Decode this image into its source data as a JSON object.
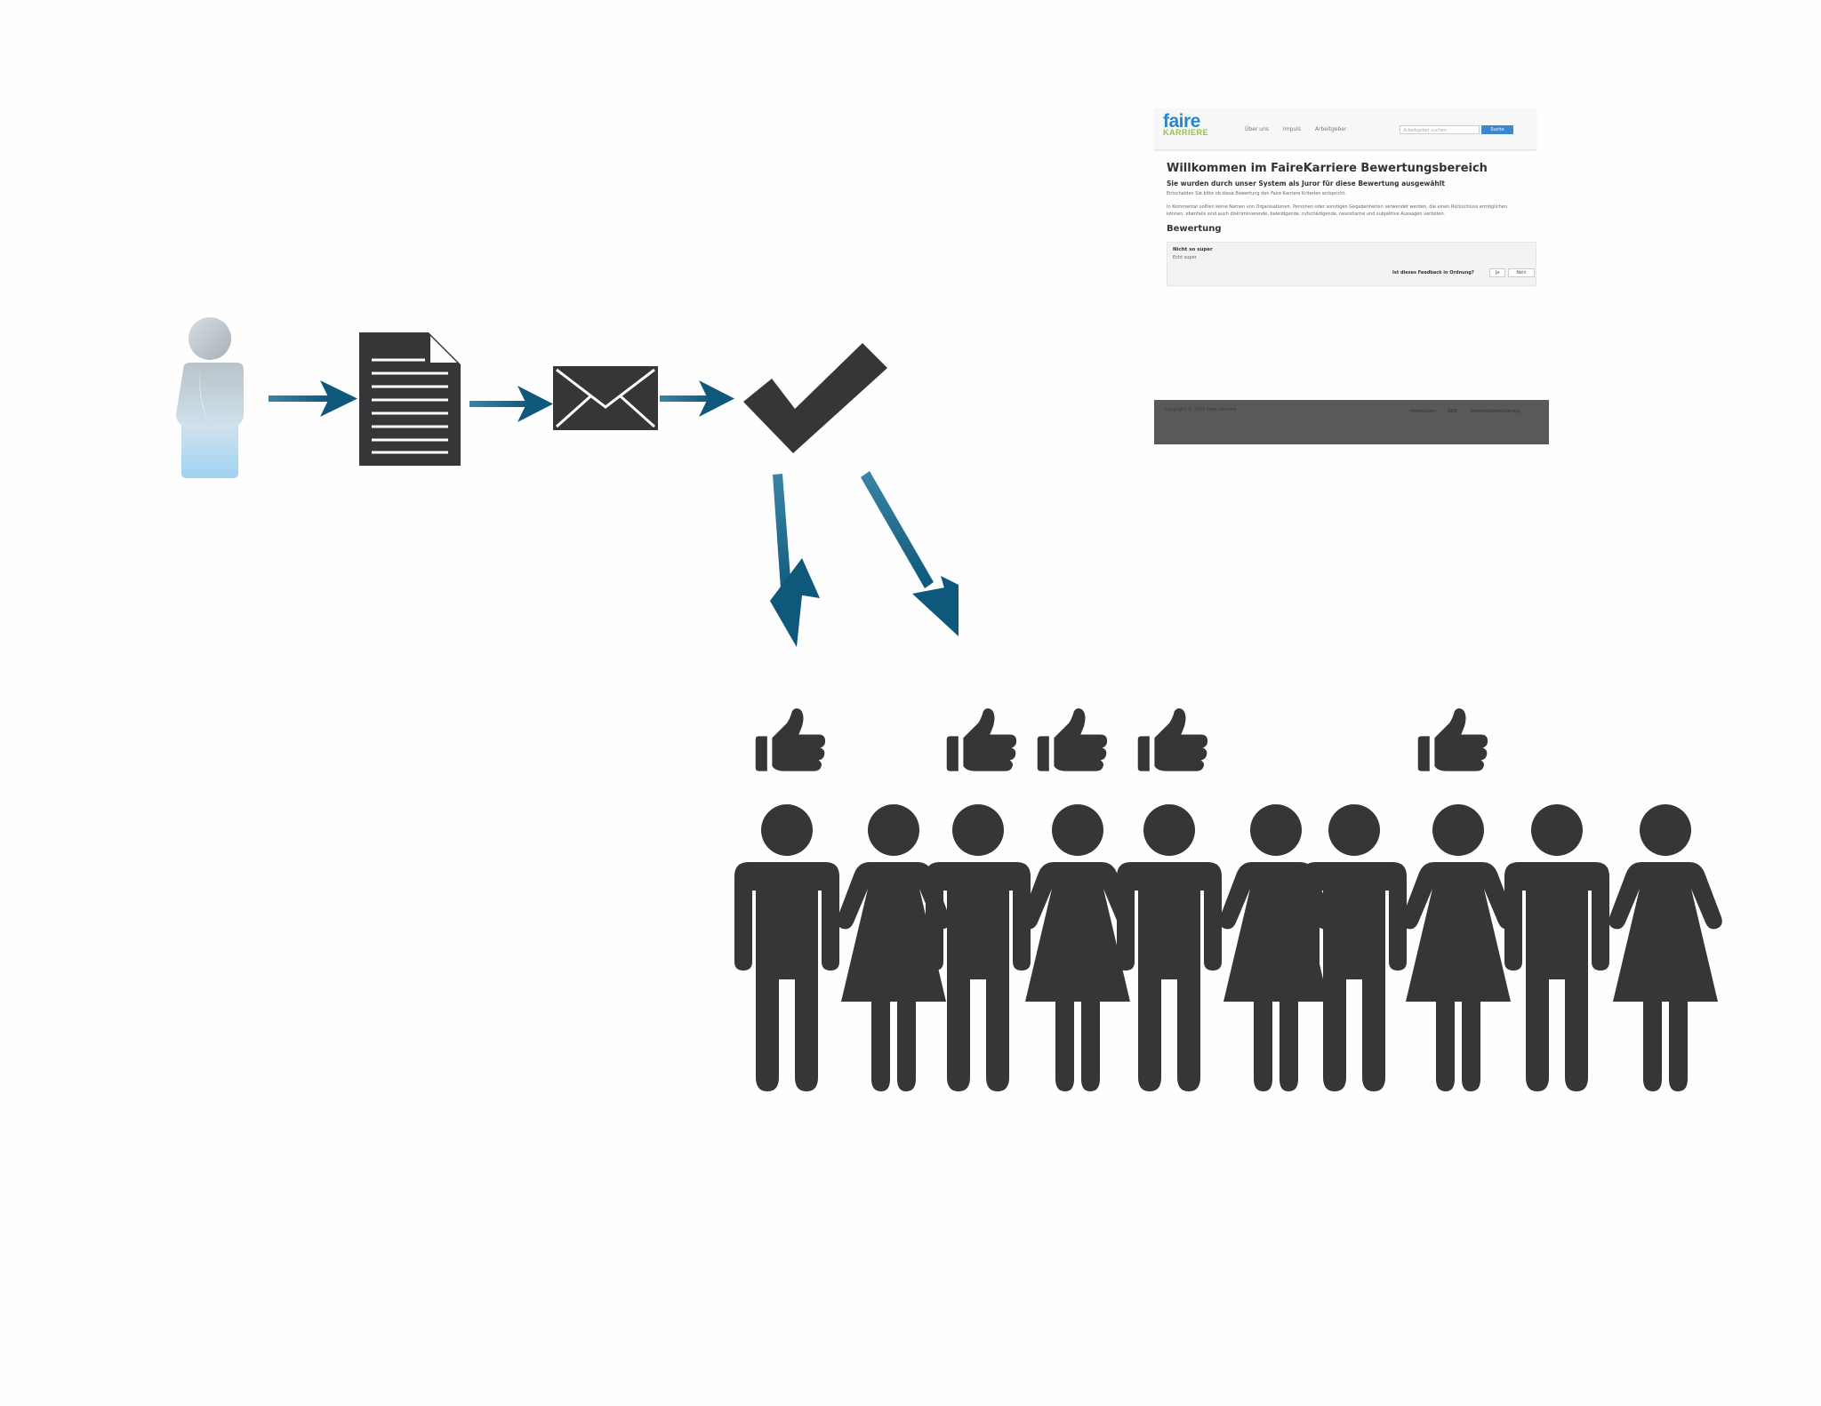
{
  "screenshot": {
    "logo_top": "faire",
    "logo_bottom": "KARRIERE",
    "nav_links": [
      "Über uns",
      "Impuls",
      "Arbeitgeber"
    ],
    "search_placeholder": "Arbeitgeber suchen",
    "search_button": "Suche",
    "heading": "Willkommen im FaireKarriere Bewertungsbereich",
    "subheading": "Sie wurden durch unser System als Juror für diese Bewertung ausgewählt",
    "intro": "Entscheiden Sie bitte ob diese Bewertung den Faire Karriere Kriterien entspricht.",
    "criteria": "In Kommentar sollten keine Namen von Organisationen, Personen oder sonstigen Gegebenheiten verwendet werden, die einen Rückschluss ermöglichen können, ebenfalls sind auch diskriminierende, beleidigende, rufschädigende, rassistische und subjektive Aussagen verboten.",
    "section": "Bewertung",
    "review_title": "Nicht so super",
    "review_body": "Echt super",
    "question": "Ist dieses Feedback in Ordnung?",
    "btn_ok": "Ja",
    "btn_no": "Nein",
    "footer_copy": "Copyright © 2015",
    "footer_brand": "Faire Karriere",
    "footer_links": [
      "Impressum",
      "AGB",
      "Datenschutzerklärung"
    ]
  },
  "icons": {
    "author": "user-figure-icon",
    "document": "document-icon",
    "mail": "envelope-icon",
    "check": "checkmark-icon",
    "thumb": "thumbs-up-icon",
    "man": "man-figure-icon",
    "woman": "woman-figure-icon"
  },
  "crowd": {
    "figures": [
      "man",
      "woman",
      "man",
      "woman",
      "man",
      "woman",
      "man",
      "woman",
      "man",
      "woman"
    ],
    "thumbs_up": [
      true,
      false,
      true,
      true,
      true,
      false,
      false,
      true,
      false,
      false
    ]
  },
  "colors": {
    "icon": "#363538",
    "arrow_dark": "#0d587b",
    "arrow_light": "#3b84a5",
    "user_top": "#bfc8cf",
    "user_bottom": "#a3d2ee",
    "footer": "#58595b",
    "accent": "#3b88d2"
  }
}
